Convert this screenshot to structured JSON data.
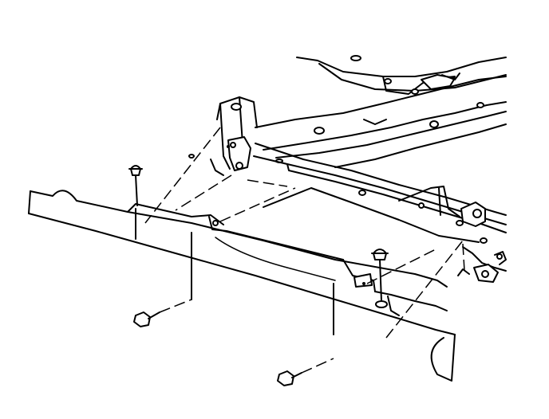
{
  "diagram": {
    "type": "exploded-assembly-line-drawing",
    "parts": [
      "frame-crossmember",
      "splash-shield",
      "push-in-retainers",
      "bolts"
    ],
    "fastener_count": 4
  }
}
